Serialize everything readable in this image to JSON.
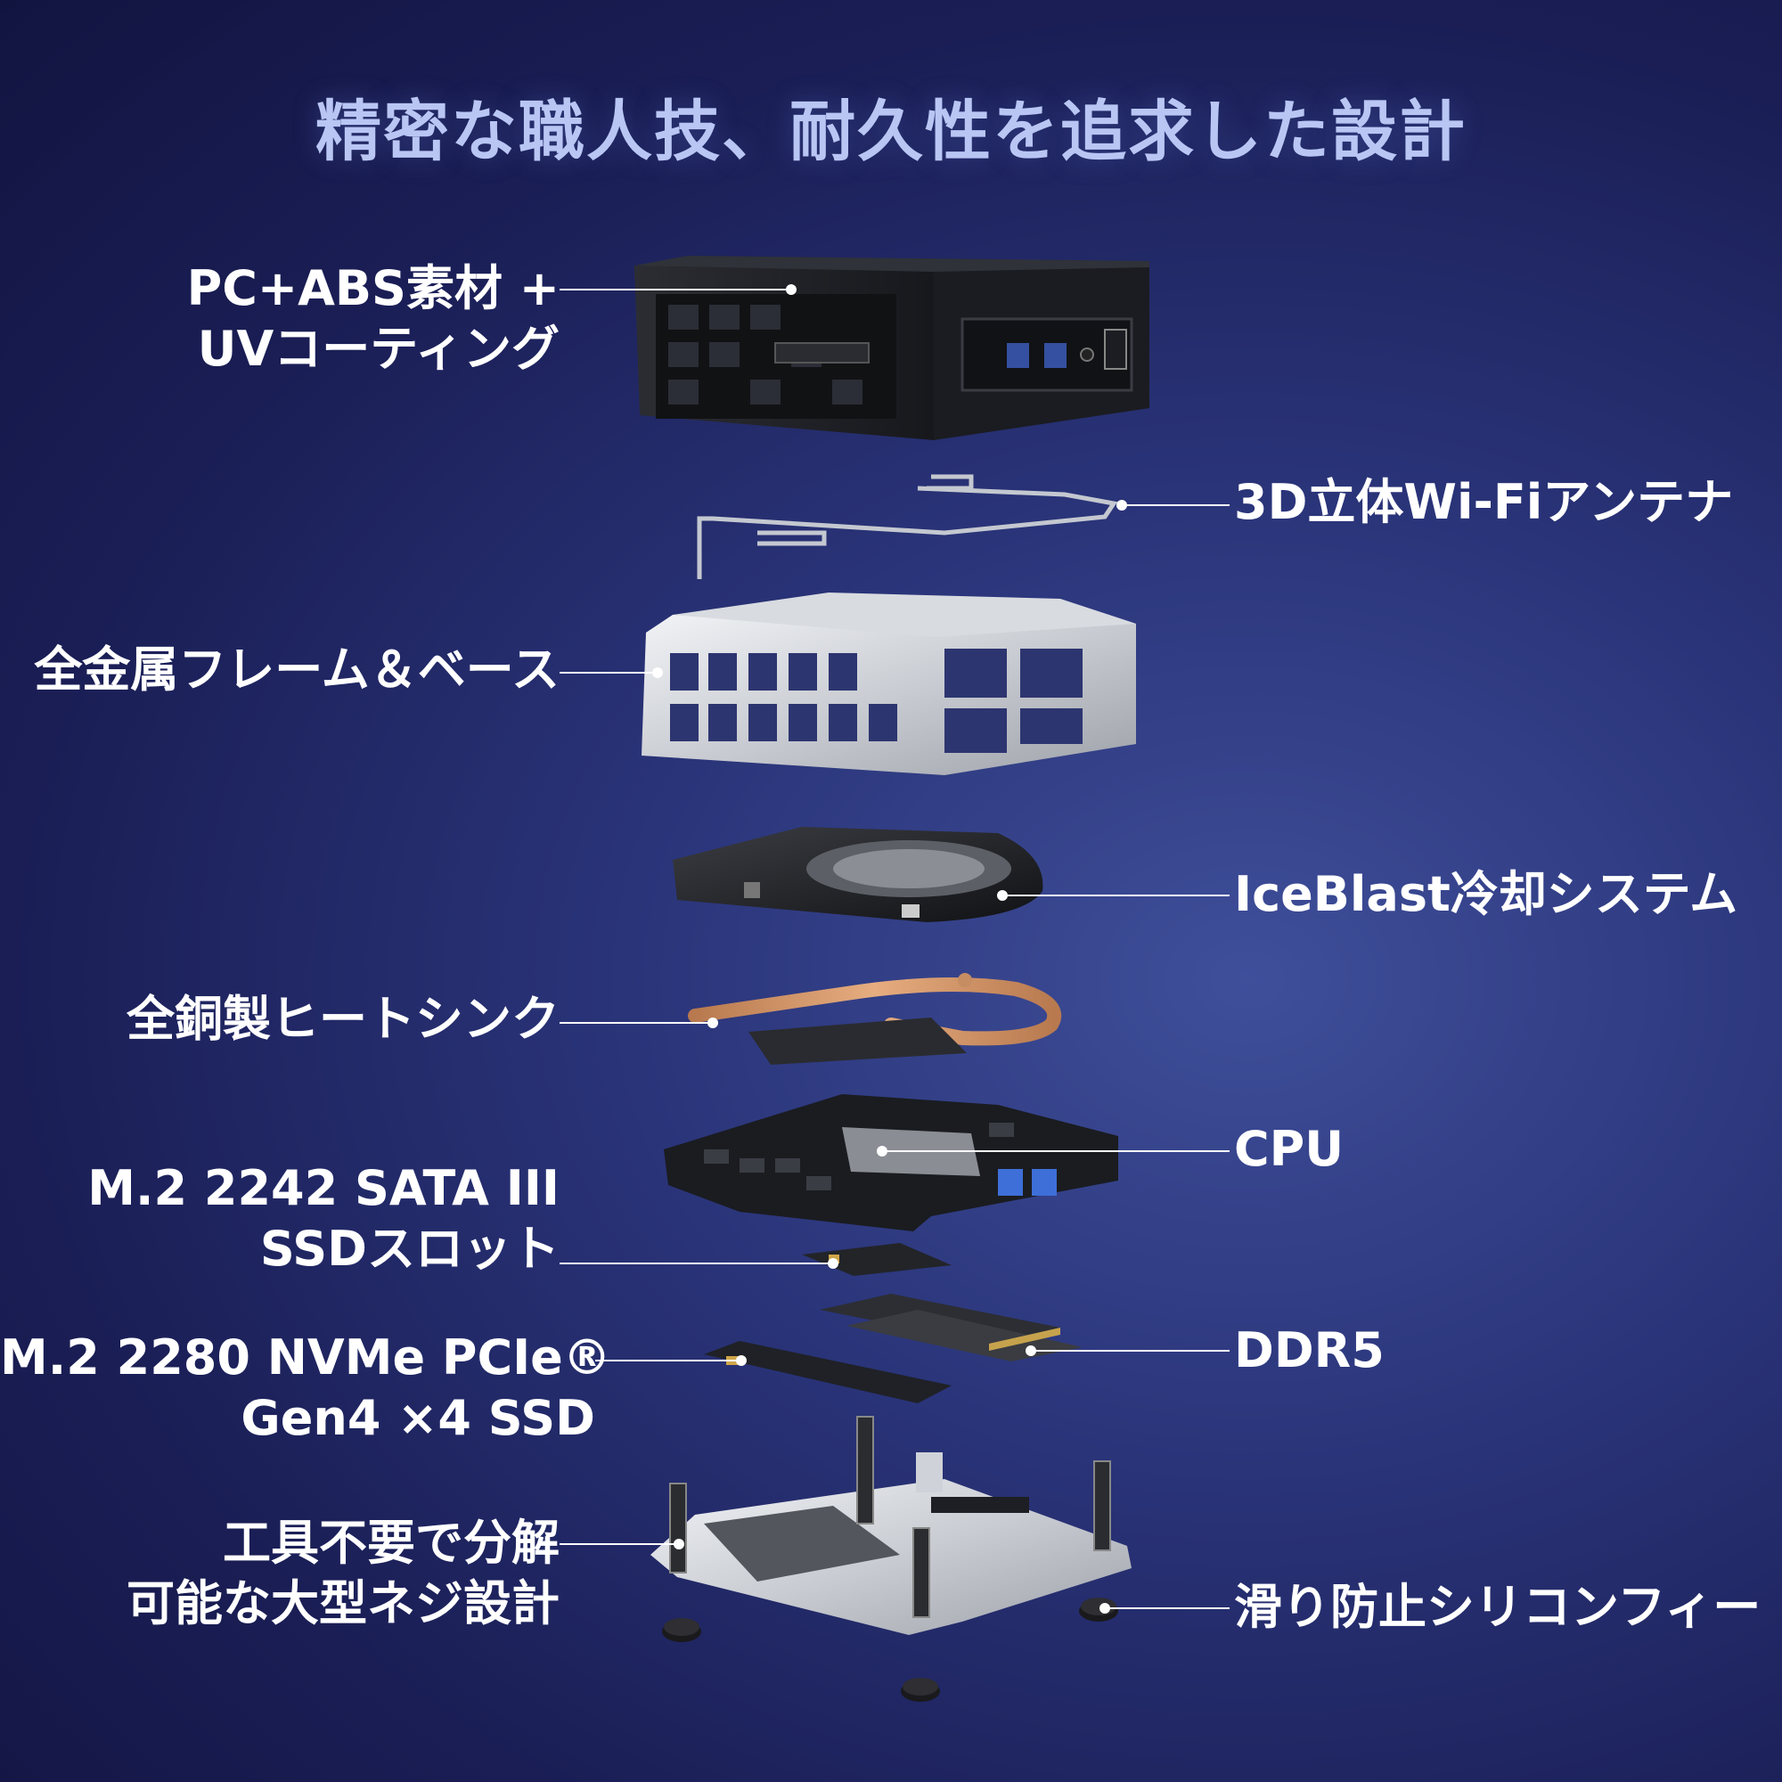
{
  "title": "精密な職人技、耐久性を追求した設計",
  "labels": {
    "case": [
      "PC+ABS素材 +",
      "UVコーティング"
    ],
    "antenna": "3D立体Wi-Fiアンテナ",
    "frame": "全金属フレーム＆ベース",
    "cooling": "IceBlast冷却システム",
    "heatsink": "全銅製ヒートシンク",
    "cpu": "CPU",
    "sata": [
      "M.2 2242 SATA III",
      "SSDスロット"
    ],
    "nvme": [
      "M.2 2280 NVMe PCIe®",
      "Gen4 ×4 SSD"
    ],
    "ddr": "DDR5",
    "base": [
      "工具不要で分解",
      "可能な大型ネジ設計"
    ],
    "feet": "滑り防止シリコンフィー"
  },
  "colors": {
    "title": "#b9c6f4",
    "label": "#ffffff",
    "leader": "#ffffff"
  }
}
